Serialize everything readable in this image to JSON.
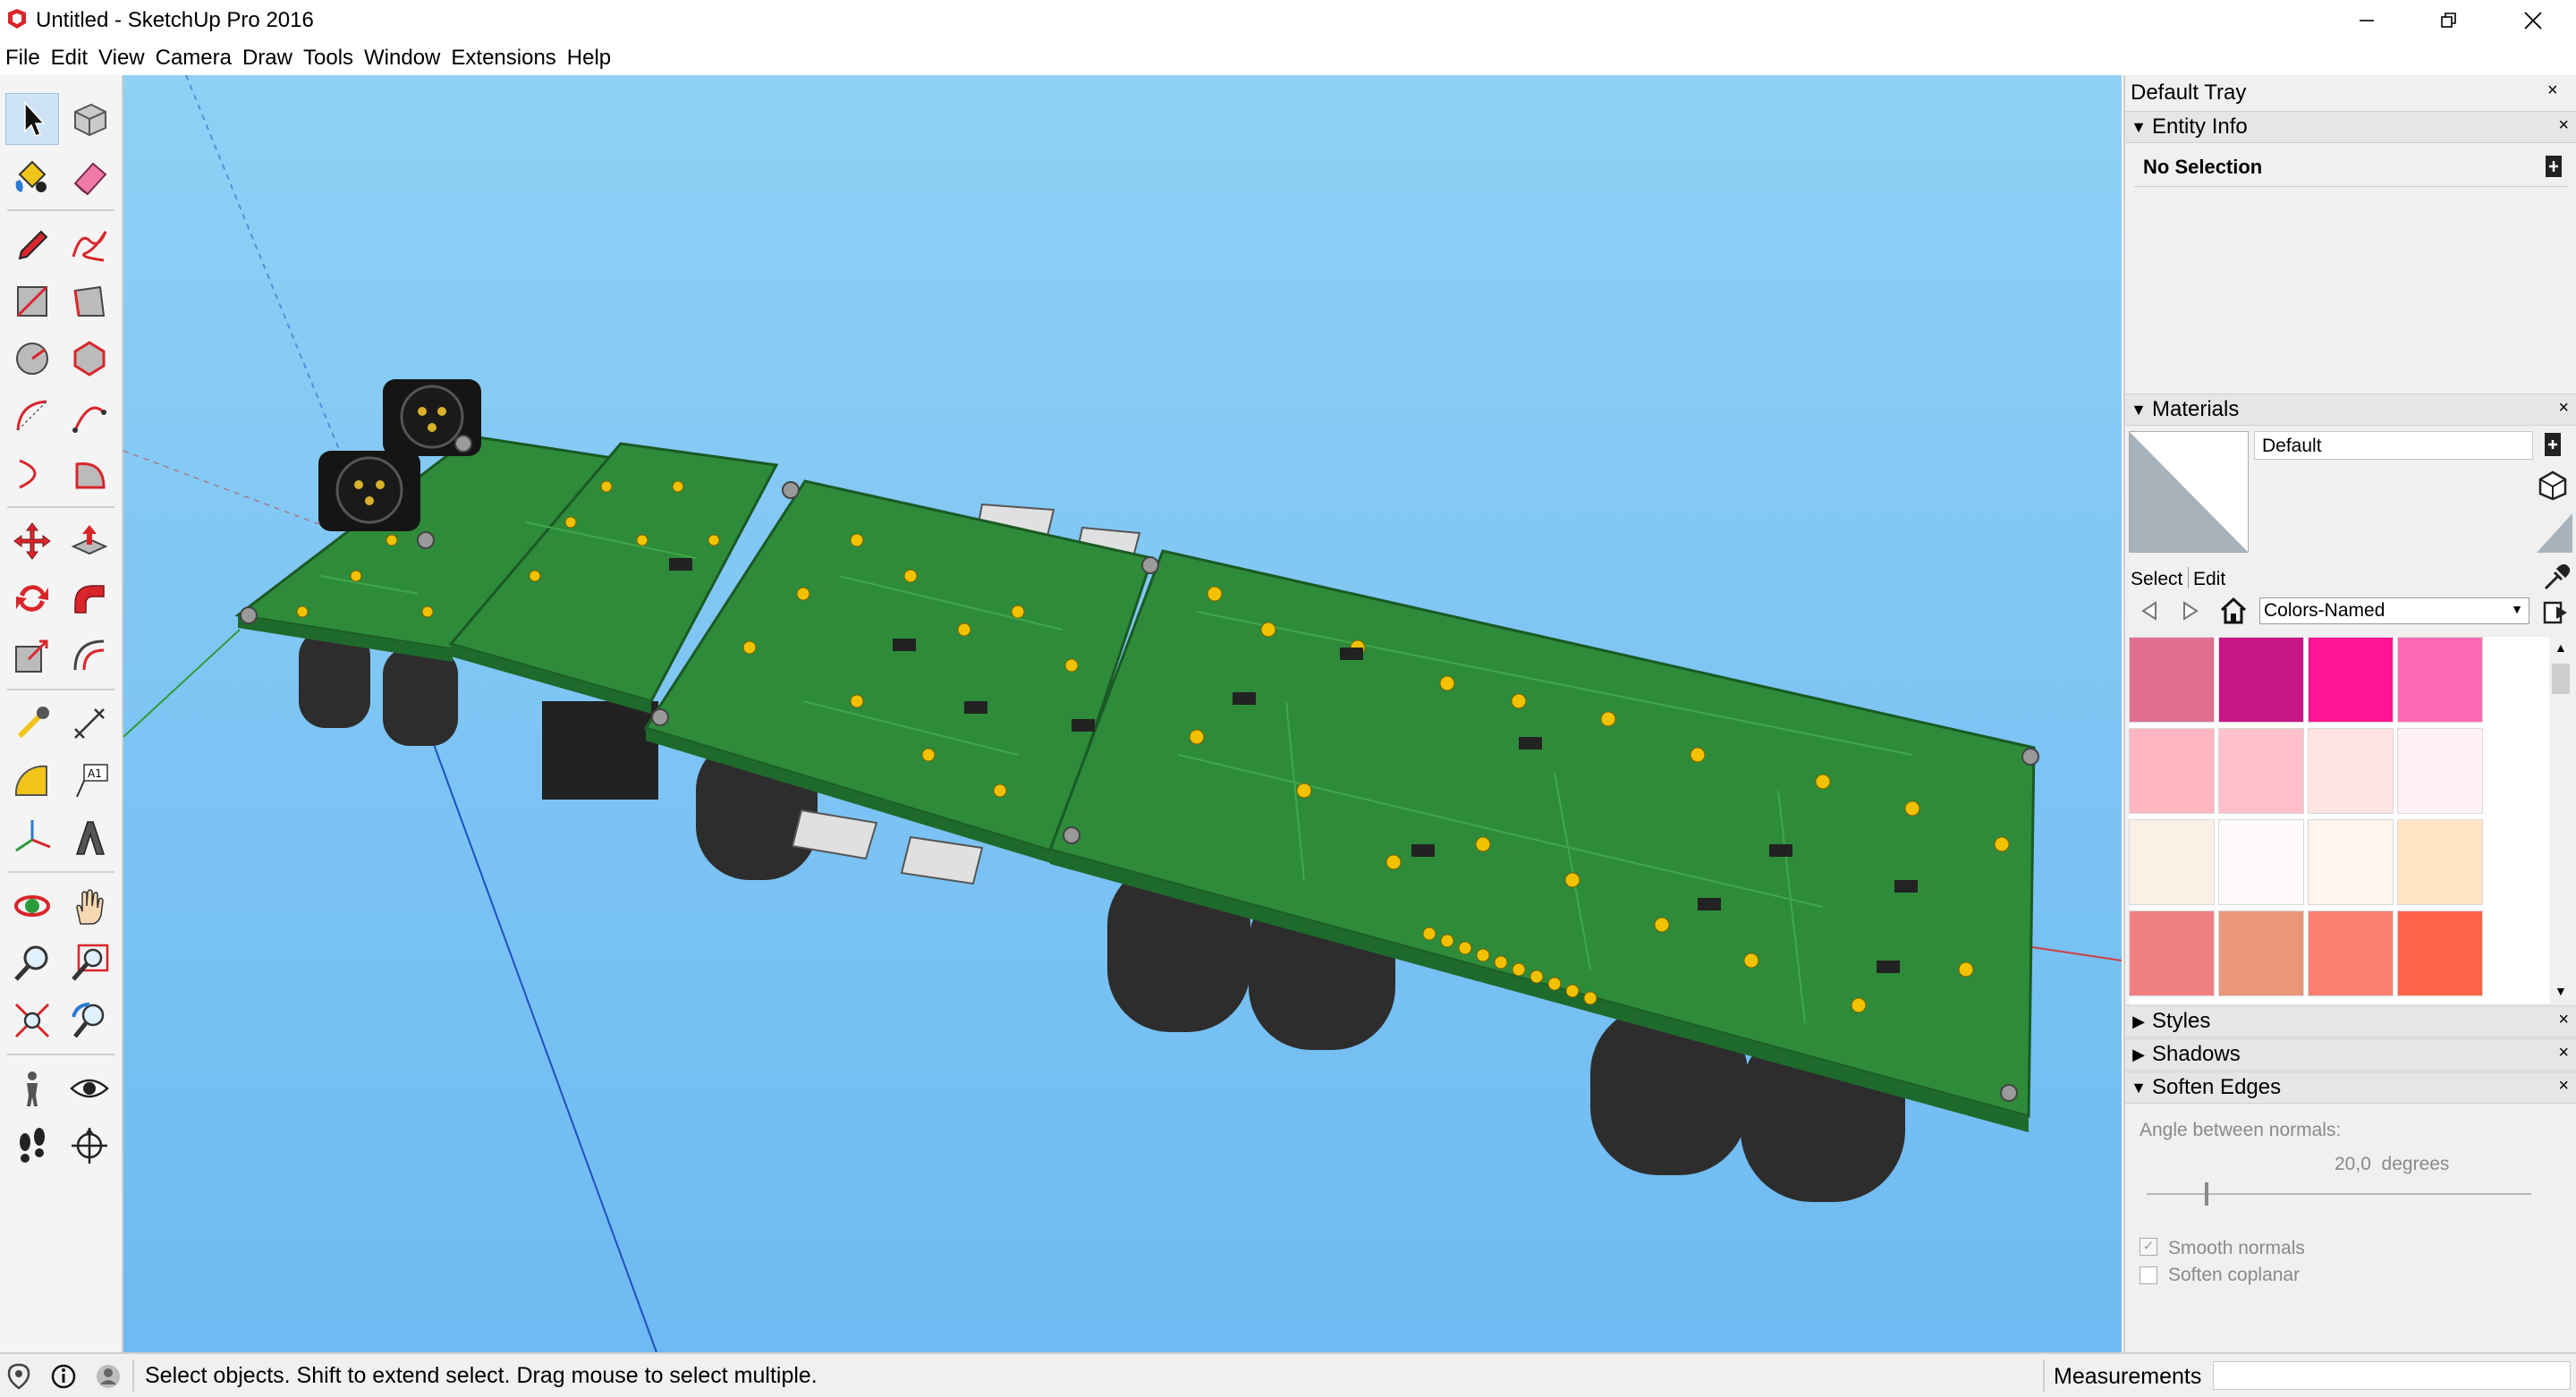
{
  "window": {
    "title": "Untitled - SketchUp Pro 2016",
    "minimize": "—",
    "maximize": "❐",
    "close": "✕"
  },
  "menu": [
    "File",
    "Edit",
    "View",
    "Camera",
    "Draw",
    "Tools",
    "Window",
    "Extensions",
    "Help"
  ],
  "tray": {
    "title": "Default Tray",
    "close": "×",
    "entity_info": {
      "title": "Entity Info",
      "selection": "No Selection"
    },
    "materials": {
      "title": "Materials",
      "name_value": "Default",
      "tabs": [
        "Select",
        "Edit"
      ],
      "collection": "Colors-Named",
      "swatches": [
        "#e06f8f",
        "#c71585",
        "#ff1493",
        "#ff69b4",
        "#ffb6c1",
        "#ffc0cb",
        "#ffe4e1",
        "#fff0f5",
        "#faf0e6",
        "#fffafa",
        "#fff5ee",
        "#ffe4c4",
        "#f08080",
        "#e9967a",
        "#fa8072",
        "#ff6347"
      ]
    },
    "styles": {
      "title": "Styles"
    },
    "shadows": {
      "title": "Shadows"
    },
    "soften_edges": {
      "title": "Soften Edges",
      "angle_label": "Angle between normals:",
      "angle_value": "20,0  degrees",
      "angle_fraction": 0.15,
      "smooth_normals": "Smooth normals",
      "soften_coplanar": "Soften coplanar"
    }
  },
  "status": {
    "text": "Select objects. Shift to extend select. Drag mouse to select multiple.",
    "measurements_label": "Measurements"
  },
  "colors": {
    "sky": "#7fc6f4",
    "pcb": "#2e8b3a",
    "pad": "#f2c200",
    "selected_tool": "#cfe3f7"
  }
}
